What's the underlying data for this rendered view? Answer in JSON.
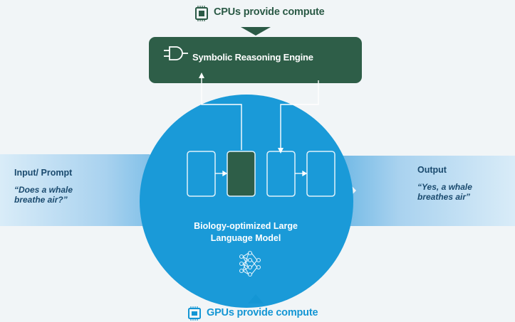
{
  "cpu_label": "CPUs provide compute",
  "gpu_label": "GPUs provide compute",
  "engine_title": "Symbolic Reasoning Engine",
  "input": {
    "title": "Input/ Prompt",
    "text": "“Does a whale breathe air?”"
  },
  "output": {
    "title": "Output",
    "text": "“Yes, a whale breathes air”"
  },
  "model_title": "Biology-optimized Large Language Model",
  "icons": {
    "cpu": "cpu-chip-icon",
    "gpu": "gpu-chip-icon",
    "engine": "logic-gate-icon",
    "model": "neural-network-icon"
  },
  "colors": {
    "engine_green": "#2e5e48",
    "cpu_green": "#2b5a46",
    "model_blue": "#1a9ad8",
    "gpu_blue": "#1496d4",
    "arrow_light_blue": "#c7e2f4"
  }
}
